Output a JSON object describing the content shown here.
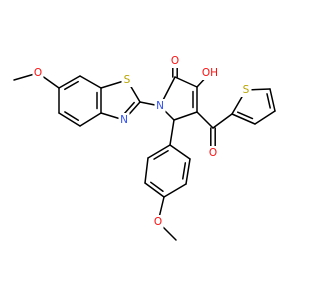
{
  "atoms": [
    {
      "id": "o_methoxy_left",
      "text": "O",
      "color": "#FF0D0D"
    },
    {
      "id": "s_benzothiazole",
      "text": "S",
      "color": "#B8A400"
    },
    {
      "id": "n_benzothiazole",
      "text": "N",
      "color": "#3050F8"
    },
    {
      "id": "n_pyrrolone",
      "text": "N",
      "color": "#3050F8"
    },
    {
      "id": "o_lactam",
      "text": "O",
      "color": "#FF0D0D"
    },
    {
      "id": "o_hydroxy",
      "text": "OH",
      "color": "#FF0D0D"
    },
    {
      "id": "s_thiophene",
      "text": "S",
      "color": "#B8A400"
    },
    {
      "id": "o_ketone",
      "text": "O",
      "color": "#FF0D0D"
    },
    {
      "id": "o_methoxy_bottom",
      "text": "O",
      "color": "#FF0D0D"
    }
  ]
}
